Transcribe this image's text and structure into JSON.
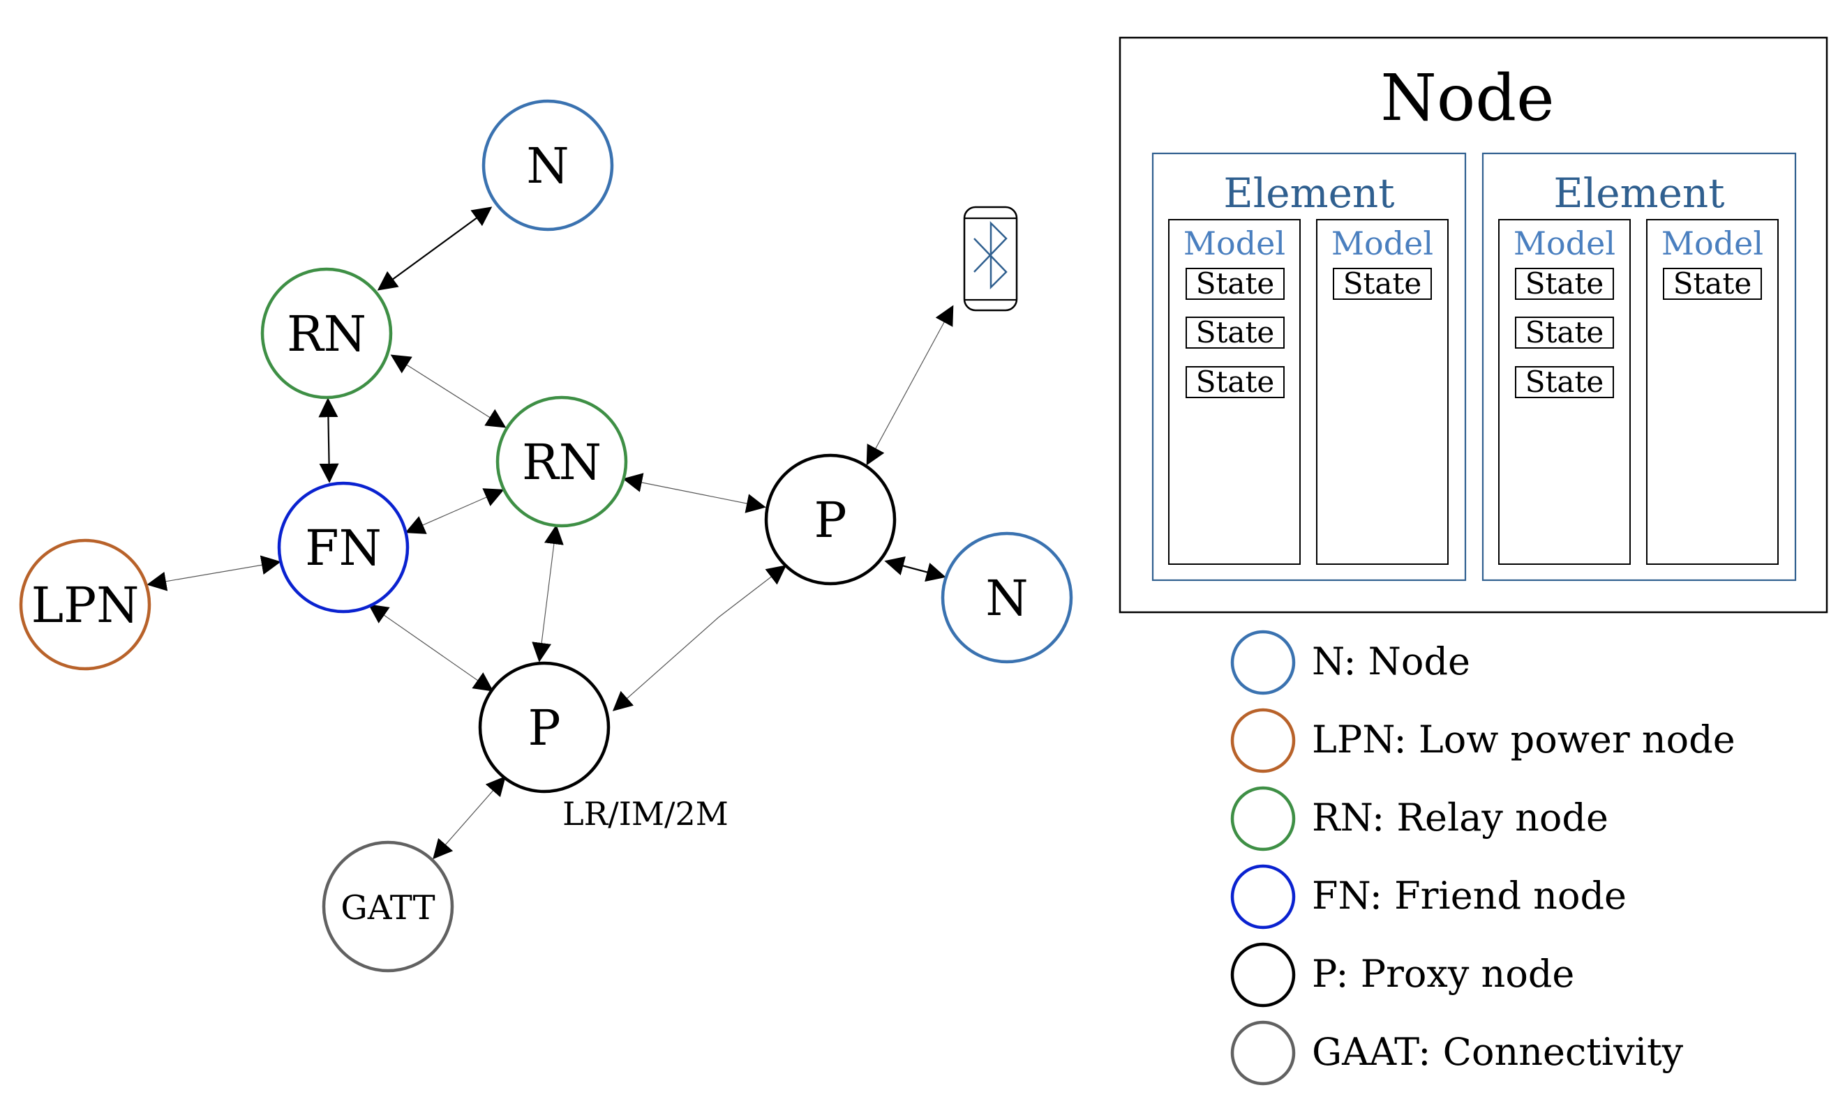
{
  "colors": {
    "node": "#3a72b0",
    "lpn": "#b8622a",
    "relay": "#3e8f45",
    "friend": "#0a22d0",
    "proxy": "#000000",
    "gatt": "#616161",
    "structure": "#2f5f8f",
    "model": "#4a7fbf"
  },
  "network": {
    "nodes": [
      {
        "id": "n_top",
        "label": "N"
      },
      {
        "id": "rn_upper",
        "label": "RN"
      },
      {
        "id": "rn_center",
        "label": "RN"
      },
      {
        "id": "fn",
        "label": "FN"
      },
      {
        "id": "lpn",
        "label": "LPN"
      },
      {
        "id": "p_right",
        "label": "P"
      },
      {
        "id": "n_right",
        "label": "N"
      },
      {
        "id": "p_lower",
        "label": "P"
      },
      {
        "id": "gatt",
        "label": "GATT"
      }
    ],
    "link_label": "LR/IM/2M",
    "phone_icon": "smartphone-bluetooth-icon"
  },
  "structure": {
    "title": "Node",
    "elements": [
      {
        "label": "Element",
        "models": [
          {
            "label": "Model",
            "states": [
              "State",
              "State",
              "State"
            ]
          },
          {
            "label": "Model",
            "states": [
              "State"
            ]
          }
        ]
      },
      {
        "label": "Element",
        "models": [
          {
            "label": "Model",
            "states": [
              "State",
              "State",
              "State"
            ]
          },
          {
            "label": "Model",
            "states": [
              "State"
            ]
          }
        ]
      }
    ]
  },
  "legend": [
    {
      "text": "N: Node",
      "color": "#3a72b0"
    },
    {
      "text": "LPN: Low power node",
      "color": "#b8622a"
    },
    {
      "text": "RN: Relay node",
      "color": "#3e8f45"
    },
    {
      "text": "FN: Friend node",
      "color": "#0a22d0"
    },
    {
      "text": "P: Proxy node",
      "color": "#000000"
    },
    {
      "text": "GAAT: Connectivity",
      "color": "#616161"
    }
  ]
}
